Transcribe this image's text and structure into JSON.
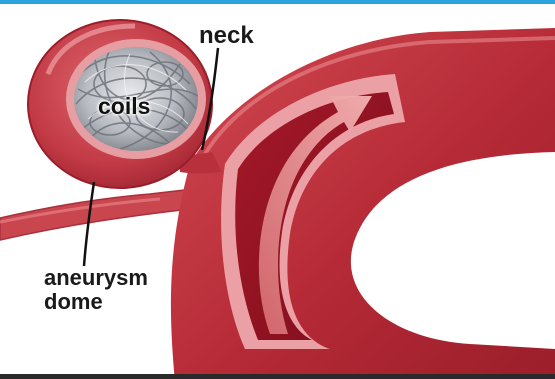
{
  "labels": {
    "neck": "neck",
    "coils": "coils",
    "dome_line1": "aneurysm",
    "dome_line2": "dome"
  },
  "colors": {
    "frame_top": "#2aa4dc",
    "vessel_dark": "#9a1e2a",
    "vessel_mid": "#c23a45",
    "vessel_light": "#e5737a",
    "lumen": "#8a0f1e",
    "coil_metal": "#b9bcc2",
    "arrow": "#f0a3a3",
    "label_text": "#1a1a1a"
  }
}
